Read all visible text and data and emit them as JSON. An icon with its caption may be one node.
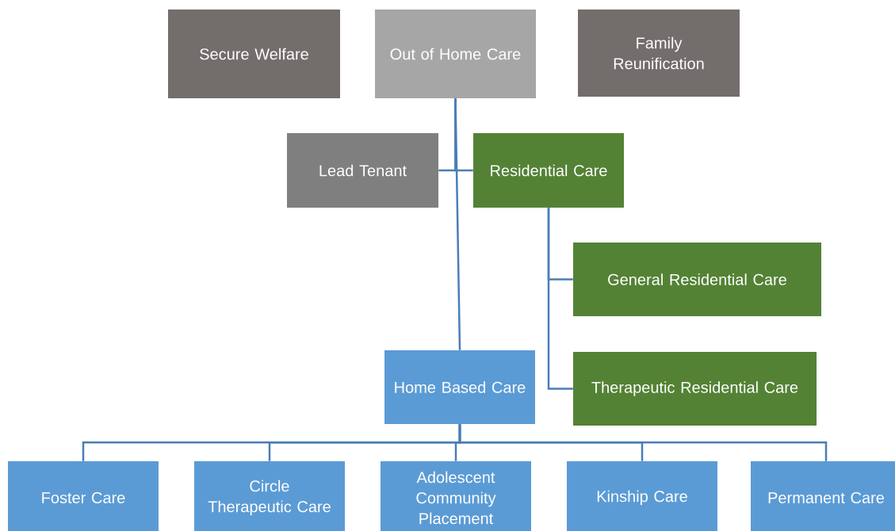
{
  "diagram": {
    "nodes": [
      {
        "text": [
          "Secure Welfare"
        ]
      },
      {
        "text": [
          "Out of Home Care"
        ]
      },
      {
        "text": [
          "Family Reunification"
        ]
      },
      {
        "text": [
          "Lead Tenant"
        ]
      },
      {
        "text": [
          "Residential Care"
        ]
      },
      {
        "text": [
          "General Residential Care"
        ]
      },
      {
        "text": [
          "Therapeutic Residential Care"
        ]
      },
      {
        "text": [
          "Home Based Care"
        ]
      },
      {
        "text": [
          "Foster Care"
        ]
      },
      {
        "text": [
          "Circle Therapeutic Care"
        ]
      },
      {
        "text": [
          "Adolescent Community Placement"
        ]
      },
      {
        "text": [
          "Kinship Care"
        ]
      },
      {
        "text": [
          "Permanent Care"
        ]
      }
    ],
    "edges": [
      {
        "from": 1,
        "to": 3,
        "arrow": "none"
      },
      {
        "from": 1,
        "to": 4,
        "arrow": "none"
      },
      {
        "from": 1,
        "to": 7,
        "arrow": "none"
      },
      {
        "from": 4,
        "to": 5,
        "arrow": "none"
      },
      {
        "from": 4,
        "to": 6,
        "arrow": "none"
      },
      {
        "from": 7,
        "to": 8,
        "arrow": "none"
      },
      {
        "from": 7,
        "to": 9,
        "arrow": "none"
      },
      {
        "from": 7,
        "to": 10,
        "arrow": "none"
      },
      {
        "from": 7,
        "to": 11,
        "arrow": "none"
      },
      {
        "from": 7,
        "to": 12,
        "arrow": "none"
      }
    ]
  }
}
